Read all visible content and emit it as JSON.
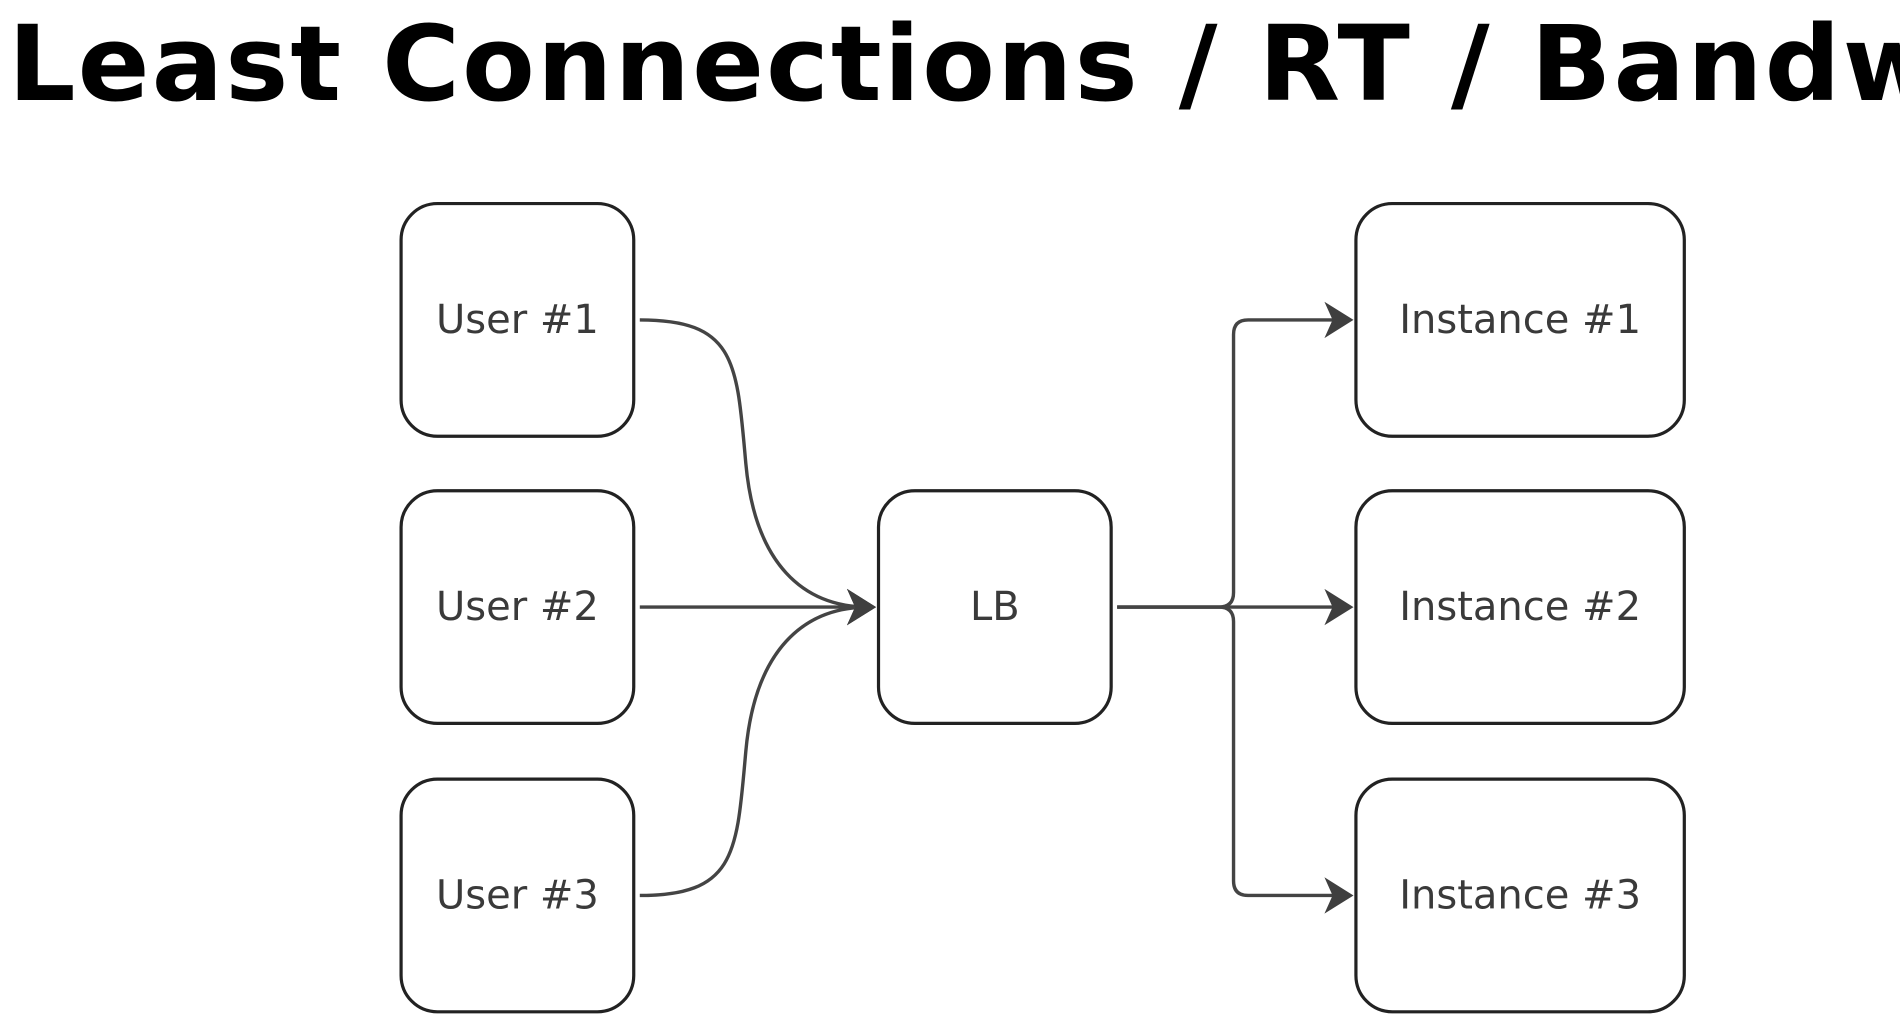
{
  "title": "Least Connections / RT / Bandwidth",
  "diagram": {
    "nodes": [
      {
        "id": "user-1",
        "label": "User #1"
      },
      {
        "id": "user-2",
        "label": "User #2"
      },
      {
        "id": "user-3",
        "label": "User #3"
      },
      {
        "id": "lb",
        "label": "LB"
      },
      {
        "id": "instance-1",
        "label": "Instance #1"
      },
      {
        "id": "instance-2",
        "label": "Instance #2"
      },
      {
        "id": "instance-3",
        "label": "Instance #3"
      }
    ],
    "edges": [
      {
        "from": "user-1",
        "to": "lb"
      },
      {
        "from": "user-2",
        "to": "lb"
      },
      {
        "from": "user-3",
        "to": "lb"
      },
      {
        "from": "lb",
        "to": "instance-1"
      },
      {
        "from": "lb",
        "to": "instance-2"
      },
      {
        "from": "lb",
        "to": "instance-3"
      }
    ],
    "colors": {
      "background": "#ffffff",
      "box_border": "#222222",
      "edge": "#444444",
      "label": "#3a3a3a",
      "title": "#000000"
    }
  }
}
